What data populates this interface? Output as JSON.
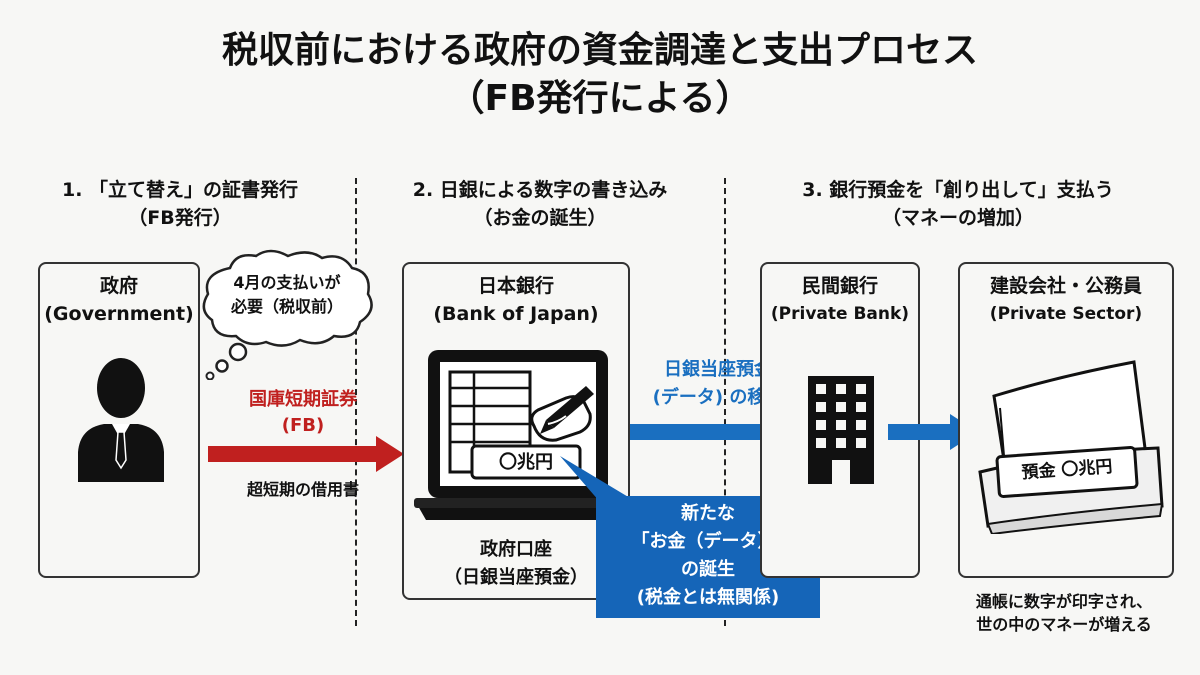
{
  "title": {
    "line1": "税収前における政府の資金調達と支出プロセス",
    "line2": "（FB発行による）"
  },
  "steps": [
    {
      "line1": "1. 「立て替え」の証書発行",
      "line2": "（FB発行）"
    },
    {
      "line1": "2. 日銀による数字の書き込み",
      "line2": "（お金の誕生）"
    },
    {
      "line1": "3. 銀行預金を「創り出して」支払う",
      "line2": "（マネーの増加）"
    }
  ],
  "government": {
    "name": "政府",
    "name_en": "(Government)",
    "thought_line1": "4月の支払いが",
    "thought_line2": "必要（税収前）"
  },
  "fb_arrow": {
    "label_line1": "国庫短期証券",
    "label_line2": "(FB)",
    "caption": "超短期の借用書"
  },
  "boj": {
    "name": "日本銀行",
    "name_en": "(Bank of Japan)",
    "screen_amount": "〇兆円",
    "account_line1": "政府口座",
    "account_line2": "（日銀当座預金）"
  },
  "callout": {
    "line1": "新たな",
    "line2": "「お金（データ）」",
    "line3": "の誕生",
    "line4": "(税金とは無関係)"
  },
  "transfer_arrow": {
    "label_line1": "日銀当座預金",
    "label_line2": "(データ) の移動"
  },
  "private_bank": {
    "name": "民間銀行",
    "name_en": "(Private Bank)"
  },
  "private_sector": {
    "name": "建設会社・公務員",
    "name_en": "(Private Sector)",
    "passbook_text": "預金 〇兆円",
    "caption_line1": "通帳に数字が印字され、",
    "caption_line2": "世の中のマネーが増える"
  },
  "colors": {
    "red": "#c0201f",
    "blue": "#1a6fc0",
    "callout_bg": "#1565b8"
  }
}
